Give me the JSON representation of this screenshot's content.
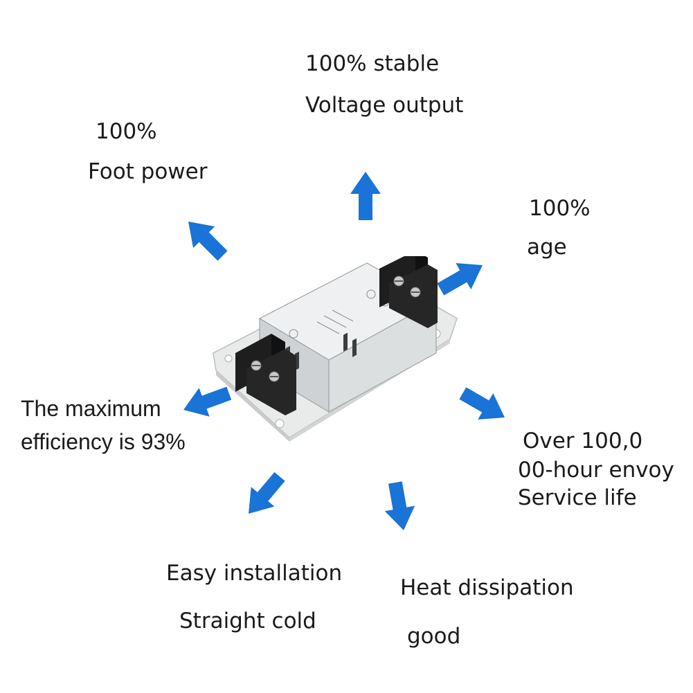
{
  "features": {
    "top": {
      "line1": "100% stable",
      "line2": "Voltage output"
    },
    "upper_left": {
      "line1": "100%",
      "line2": "Foot power"
    },
    "right": {
      "line1": "100%",
      "line2": "age"
    },
    "left": {
      "line1": "The maximum",
      "line2": "efficiency is 93%"
    },
    "lower_right": {
      "line1": "Over 100,0",
      "line2": "00-hour envoy",
      "line3": "Service life"
    },
    "bottom_left": {
      "line1": "Easy installation",
      "line2": "Straight cold"
    },
    "bottom_right": {
      "line1": "Heat dissipation",
      "line2": "good"
    }
  },
  "colors": {
    "arrow": "#1a73d6",
    "text": "#1a1a1a",
    "board": "#e9ecea",
    "casing": "#d8dadb",
    "terminal": "#1e1e1e"
  }
}
